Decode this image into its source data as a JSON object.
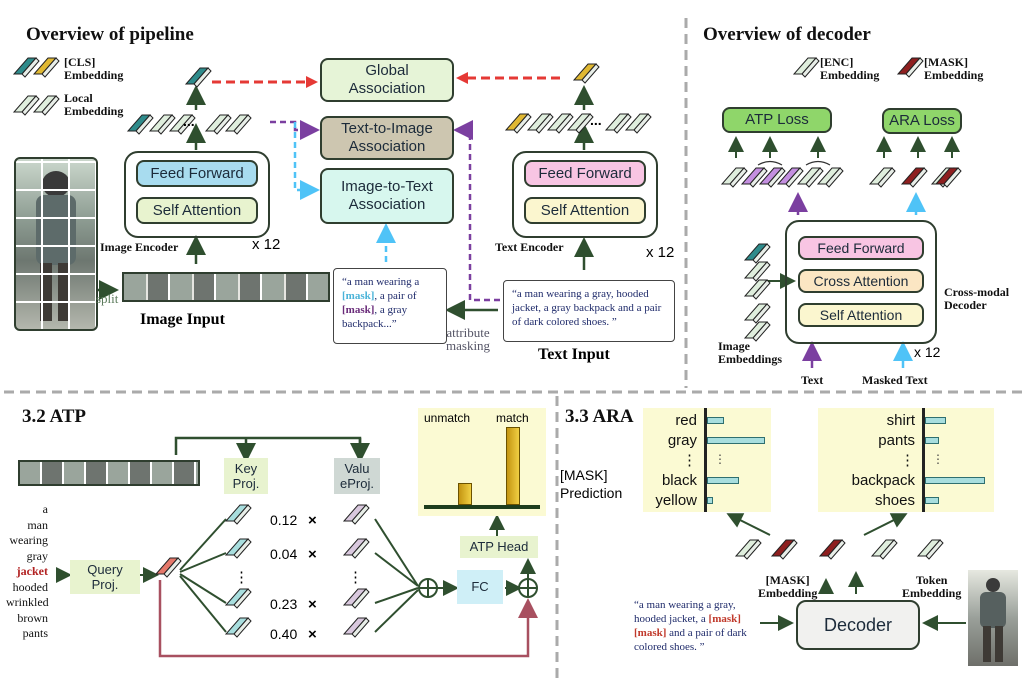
{
  "pipeline": {
    "title": "Overview of pipeline",
    "legend_cls": "[CLS]\nEmbedding",
    "legend_local": "Local\nEmbedding",
    "global_assoc": "Global\nAssociation",
    "t2i_assoc": "Text-to-Image\nAssociation",
    "i2t_assoc": "Image-to-Text\nAssociation",
    "img_ff": "Feed Forward",
    "img_sa": "Self Attention",
    "img_encoder": "Image Encoder",
    "img_repeat": "x 12",
    "txt_ff": "Feed Forward",
    "txt_sa": "Self Attention",
    "txt_encoder": "Text Encoder",
    "txt_repeat": "x 12",
    "split": "split",
    "image_input": "Image Input",
    "text_input": "Text Input",
    "attr_masking": "attribute\nmasking",
    "dots": "..."
  },
  "masked_caption": {
    "p1": "“a man wearing a ",
    "m1": "[mask]",
    "p2": ", a pair of ",
    "m2": "[mask]",
    "p3": ", a gray backpack...”"
  },
  "full_caption": "“a man wearing a gray, hooded jacket,  a gray backpack and a pair of dark colored shoes. ”",
  "decoder_overview": {
    "title": "Overview of decoder",
    "legend_enc": "[ENC]\nEmbedding",
    "legend_mask": "[MASK]\nEmbedding",
    "atp_loss": "ATP Loss",
    "ara_loss": "ARA Loss",
    "ff": "Feed Forward",
    "ca": "Cross Attention",
    "sa": "Self Attention",
    "cross_modal": "Cross-modal\nDecoder",
    "repeat": "x 12",
    "image_embeddings": "Image\nEmbeddings",
    "text": "Text",
    "masked_text": "Masked Text"
  },
  "atp": {
    "title": "3.2 ATP",
    "words": [
      "a",
      "man",
      "wearing",
      "gray",
      "jacket",
      "hooded",
      "wrinkled",
      "brown",
      "pants"
    ],
    "highlight_word": "jacket",
    "query_proj": "Query\nProj.",
    "key_proj": "Key\nProj.",
    "value_proj": "Valu\neProj.",
    "weights": [
      "0.12",
      "0.04",
      "0.23",
      "0.40"
    ],
    "times": "×",
    "vdots": "⋮",
    "fc": "FC",
    "atp_head": "ATP Head",
    "unmatch": "unmatch",
    "match": "match"
  },
  "ara": {
    "title": "3.3 ARA",
    "mask_prediction": "[MASK]\nPrediction",
    "left_labels": [
      "red",
      "gray",
      "⋮",
      "black",
      "yellow"
    ],
    "right_labels": [
      "shirt",
      "pants",
      "⋮",
      "backpack",
      "shoes"
    ],
    "mask_embedding": "[MASK]\nEmbedding",
    "token_embedding": "Token\nEmbedding",
    "decoder": "Decoder",
    "caption_p1": "“a man wearing a gray, hooded jacket,  a ",
    "caption_m1": "[mask]",
    "caption_p2": " ",
    "caption_m2": "[mask]",
    "caption_p3": " and a pair of dark colored shoes. ”"
  },
  "chart_data": [
    {
      "type": "bar",
      "categories": [
        "unmatch",
        "match"
      ],
      "values": [
        0.22,
        0.78
      ]
    },
    {
      "type": "bar",
      "orientation": "horizontal",
      "categories": [
        "red",
        "gray",
        "black",
        "yellow"
      ],
      "values": [
        0.3,
        1.0,
        0.55,
        0.1
      ]
    },
    {
      "type": "bar",
      "orientation": "horizontal",
      "categories": [
        "shirt",
        "pants",
        "backpack",
        "shoes"
      ],
      "values": [
        0.3,
        0.2,
        0.85,
        0.2
      ]
    }
  ],
  "colors": {
    "dark_green": "#2f4f2f",
    "teal": "#2e8b8b",
    "red_arrow": "#e53935",
    "purple_arrow": "#7b3fa0",
    "blue_arrow": "#4fc3f7",
    "maroon": "#a85060"
  }
}
